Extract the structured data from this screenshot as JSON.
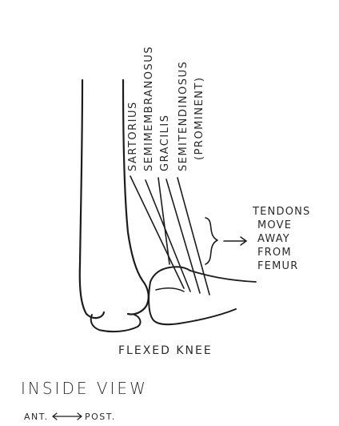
{
  "muscles": [
    "SARTORIUS",
    "SEMIMEMBRANOSUS",
    "GRACILIS",
    "SEMITENDINOSUS",
    "(PROMINENT)"
  ],
  "tendon_note": [
    "TENDONS",
    "MOVE",
    "AWAY",
    "FROM",
    "FEMUR"
  ],
  "caption": "FLEXED KNEE",
  "title": "INSIDE VIEW",
  "orientation": {
    "left": "ANT.",
    "right": "POST."
  },
  "colors": {
    "ink": "#1c1c1c",
    "paper": "#ffffff"
  }
}
